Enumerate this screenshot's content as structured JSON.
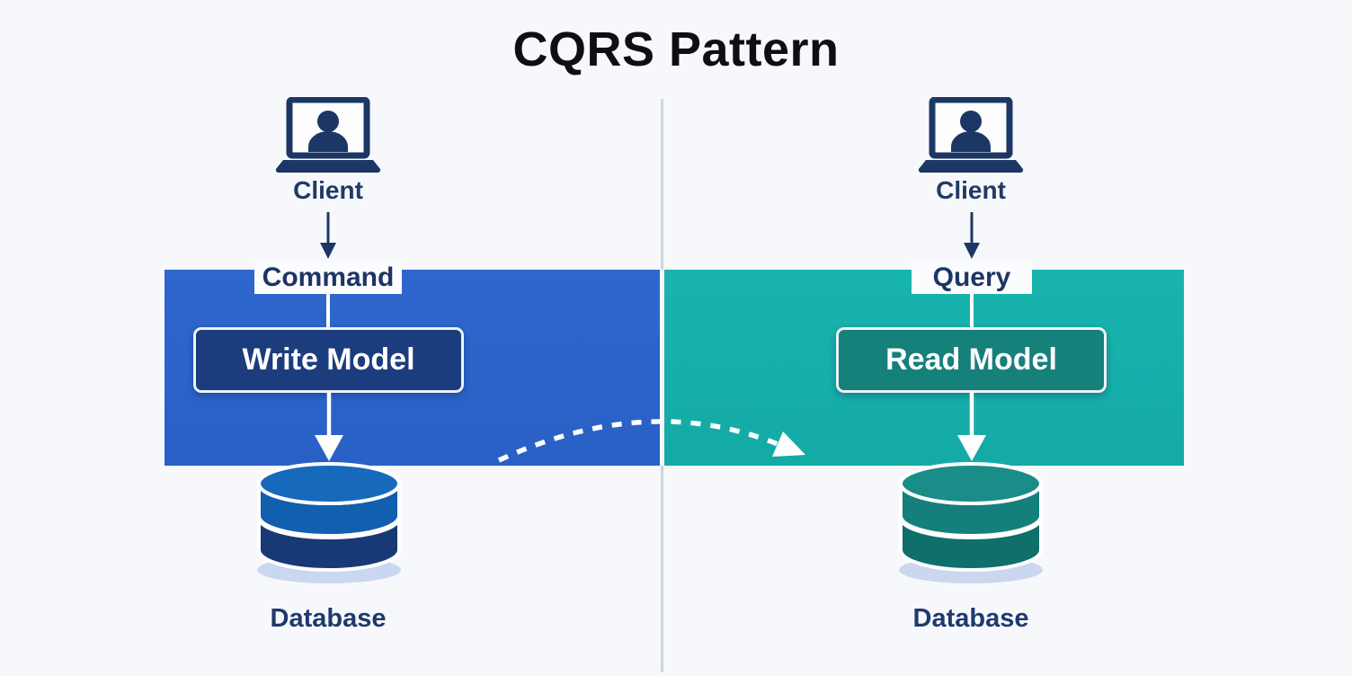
{
  "title": "CQRS Pattern",
  "left": {
    "client_label": "Client",
    "message_label": "Command",
    "model_label": "Write Model",
    "database_label": "Database"
  },
  "right": {
    "client_label": "Client",
    "message_label": "Query",
    "model_label": "Read Model",
    "database_label": "Database"
  },
  "icons": {
    "client": "laptop-user-icon",
    "flow": "arrow-down-icon",
    "database": "database-cylinder-icon",
    "sync": "dotted-sync-arrow-icon"
  },
  "colors": {
    "background": "#f7f8fb",
    "title_text": "#0d0f14",
    "navy_text": "#1e3a6e",
    "command_band": "#2a63ca",
    "query_band": "#16b1ab",
    "write_model_box": "#1c3d7d",
    "read_model_box": "#16807b",
    "db_blue_top": "#1769bb",
    "db_blue_body": "#115fae",
    "db_blue_bottom": "#173a75",
    "db_teal_top": "#1b8d88",
    "db_teal_body": "#15807b",
    "db_teal_bottom": "#0e6f6b",
    "db_shadow": "#c9d8f0",
    "divider": "#cdd4e0",
    "connector": "#ffffff"
  }
}
